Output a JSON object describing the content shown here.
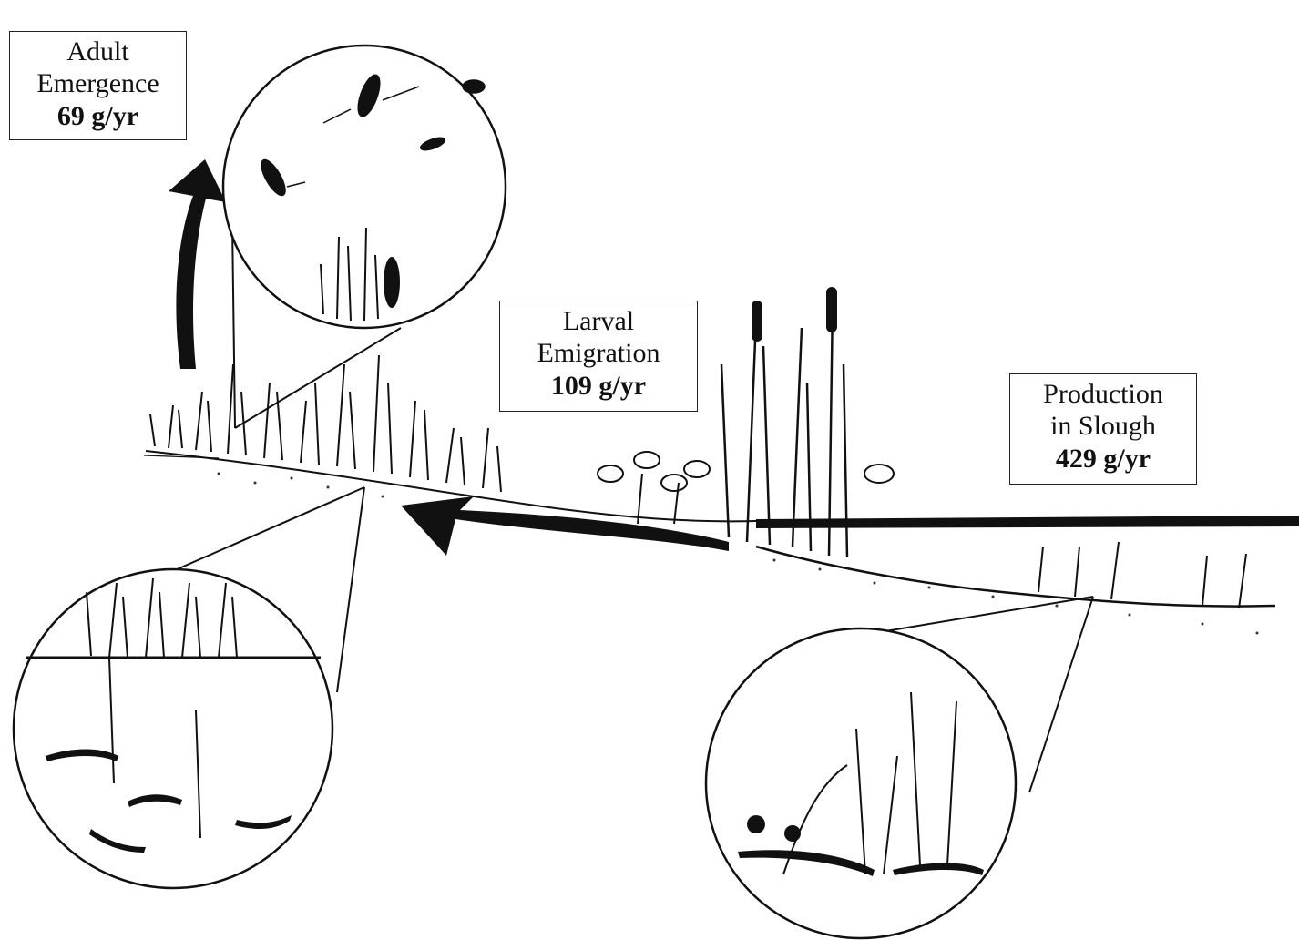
{
  "labels": {
    "adult": {
      "line1": "Adult",
      "line2": "Emergence",
      "value": "69 g/yr"
    },
    "larval": {
      "line1": "Larval",
      "line2": "Emigration",
      "value": "109 g/yr"
    },
    "production": {
      "line1": "Production",
      "line2": "in Slough",
      "value": "429 g/yr"
    }
  },
  "colors": {
    "ink": "#111111",
    "paper": "#ffffff"
  }
}
